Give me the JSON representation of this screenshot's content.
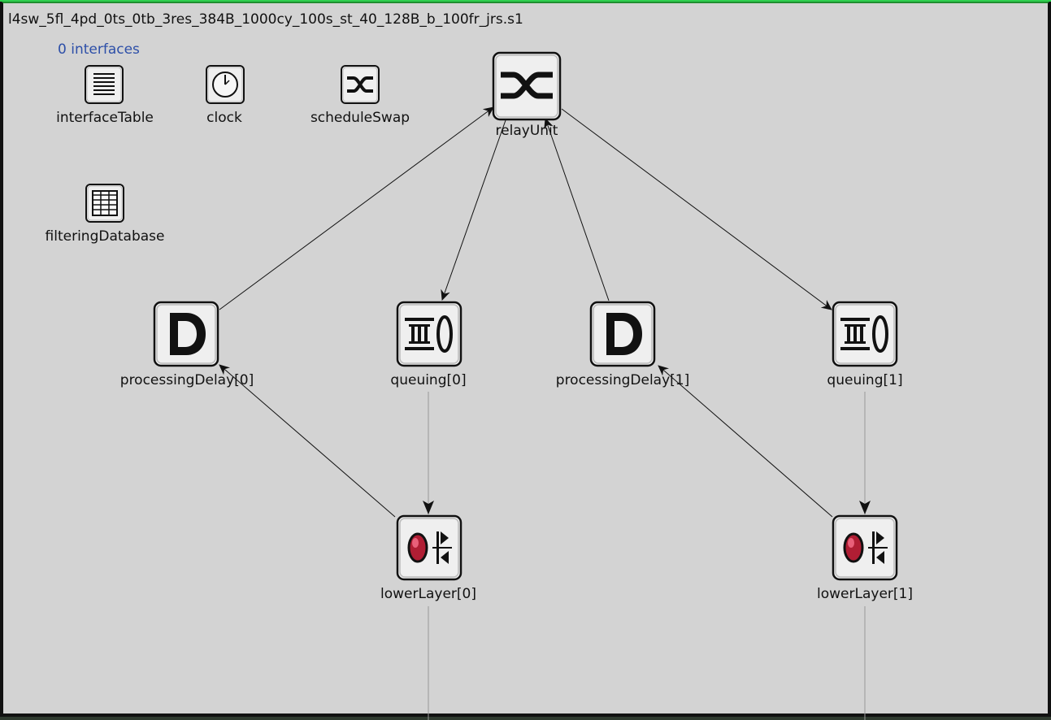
{
  "canvas": {
    "title": "l4sw_5fl_4pd_0ts_0tb_3res_384B_1000cy_100s_st_40_128B_b_100fr_jrs.s1",
    "interfaces_count_label": "0 interfaces"
  },
  "modules": {
    "interfaceTable": {
      "label": "interfaceTable",
      "icon": "list-icon"
    },
    "clock": {
      "label": "clock",
      "icon": "clock-icon"
    },
    "scheduleSwap": {
      "label": "scheduleSwap",
      "icon": "swap-icon"
    },
    "relayUnit": {
      "label": "relayUnit",
      "icon": "swap-icon"
    },
    "filteringDatabase": {
      "label": "filteringDatabase",
      "icon": "table-icon"
    },
    "processingDelay0": {
      "label": "processingDelay[0]",
      "icon": "delay-d-icon"
    },
    "queuing0": {
      "label": "queuing[0]",
      "icon": "queue-icon"
    },
    "processingDelay1": {
      "label": "processingDelay[1]",
      "icon": "delay-d-icon"
    },
    "queuing1": {
      "label": "queuing[1]",
      "icon": "queue-icon"
    },
    "lowerLayer0": {
      "label": "lowerLayer[0]",
      "icon": "lower-layer-icon"
    },
    "lowerLayer1": {
      "label": "lowerLayer[1]",
      "icon": "lower-layer-icon"
    }
  },
  "colors": {
    "canvas_background": "#d3d3d3",
    "interfaces_text": "#2d4fa8",
    "link": "#111111",
    "vertical_link": "#9a9a9a"
  }
}
